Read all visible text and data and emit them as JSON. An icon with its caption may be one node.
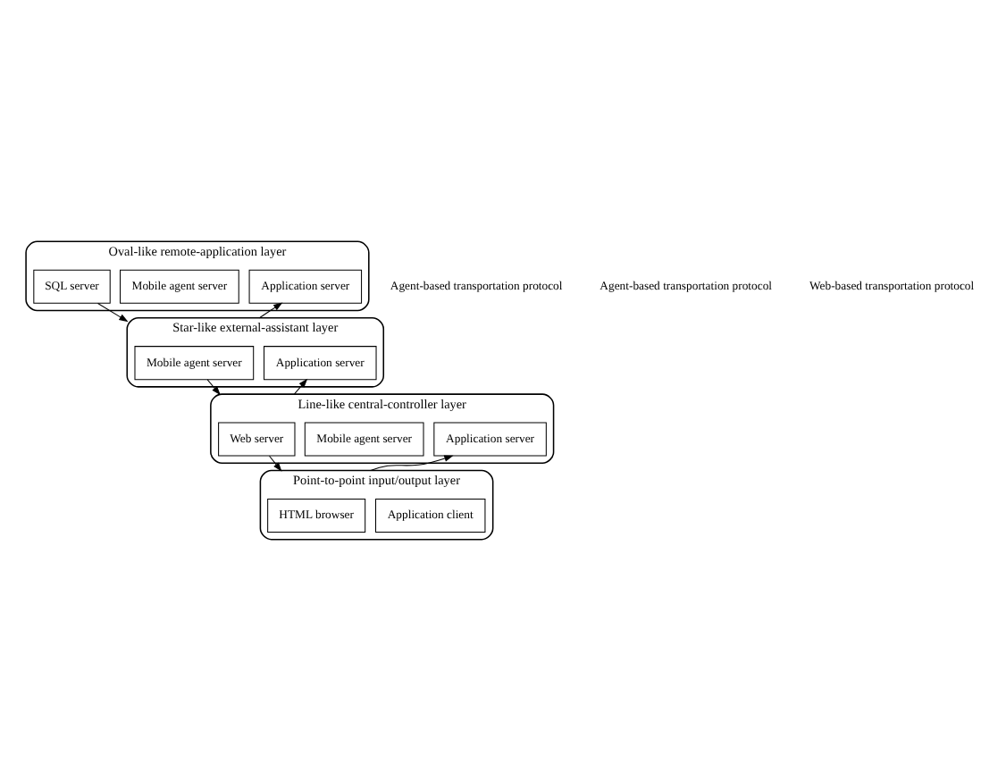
{
  "diagram": {
    "nodes": [
      {
        "text": [
          "Oval-like remote-application layer"
        ]
      },
      {
        "text": [
          "SQL server"
        ],
        "in": 0
      },
      {
        "text": [
          "Mobile agent server"
        ],
        "in": 0
      },
      {
        "text": [
          "Application server"
        ],
        "in": 0
      },
      {
        "text": [
          "Star-like external-assistant layer"
        ]
      },
      {
        "text": [
          "Mobile agent server"
        ],
        "in": 4
      },
      {
        "text": [
          "Application server"
        ],
        "in": 4
      },
      {
        "text": [
          "Line-like central-controller layer"
        ]
      },
      {
        "text": [
          "Web server"
        ],
        "in": 7
      },
      {
        "text": [
          "Mobile agent server"
        ],
        "in": 7
      },
      {
        "text": [
          "Application server"
        ],
        "in": 7
      },
      {
        "text": [
          "Point-to-point input/output layer"
        ]
      },
      {
        "text": [
          "HTML browser"
        ],
        "in": 11
      },
      {
        "text": [
          "Application client"
        ],
        "in": 11
      }
    ],
    "edges": [
      {
        "from": 1,
        "to": 4,
        "arrow": "to"
      },
      {
        "from": 4,
        "to": 3,
        "arrow": "to"
      },
      {
        "from": 5,
        "to": 7,
        "arrow": "to"
      },
      {
        "from": 7,
        "to": 6,
        "arrow": "to"
      },
      {
        "from": 8,
        "to": 11,
        "arrow": "to"
      },
      {
        "from": 11,
        "to": 10,
        "arrow": "to"
      }
    ],
    "labels": [
      "Agent-based transportation protocol",
      "Agent-based transportation protocol",
      "Web-based transportation protocol"
    ]
  }
}
